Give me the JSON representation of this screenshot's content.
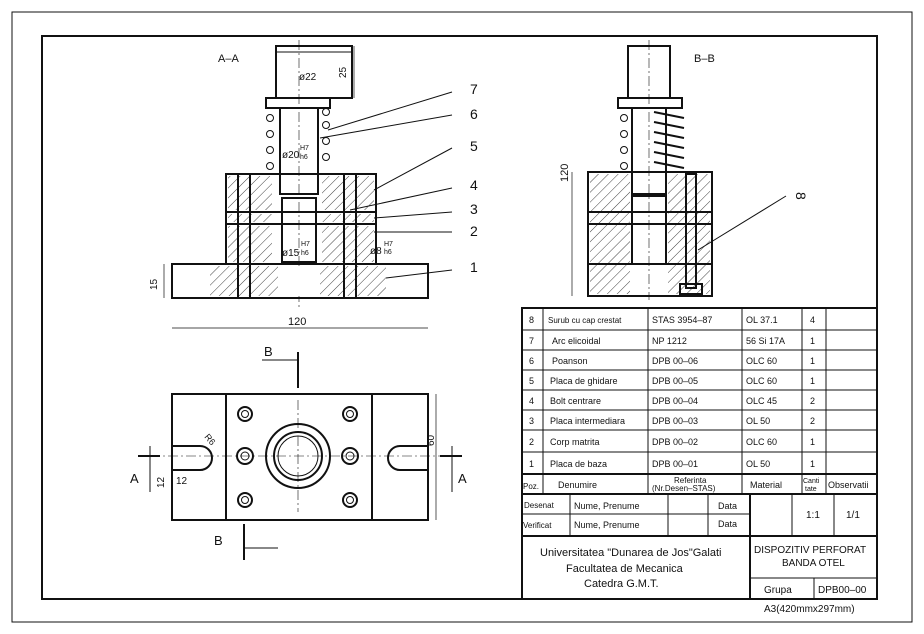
{
  "views": {
    "section_aa": "A–A",
    "section_bb": "B–B",
    "cut_a": "A",
    "cut_b": "B"
  },
  "dims": {
    "d22": "ø22",
    "d25": "25",
    "d20": "ø20",
    "d20_fit_top": "H7",
    "d20_fit_bot": "h6",
    "d15": "ø15",
    "d15_fit_top": "H7",
    "d15_fit_bot": "h6",
    "d8": "ø8",
    "d8_fit_top": "H7",
    "d8_fit_bot": "h6",
    "h15": "15",
    "w120": "120",
    "h120": "120",
    "r6": "R6",
    "d60": "60",
    "d12a": "12",
    "d12b": "12"
  },
  "balloons": [
    "7",
    "6",
    "5",
    "4",
    "3",
    "2",
    "1",
    "8"
  ],
  "bom": {
    "headers": {
      "poz": "Poz.",
      "name": "Denumire",
      "ref_top": "Referinta",
      "ref_bot": "(Nr.Desen–STAS)",
      "material": "Material",
      "qty_top": "Canti",
      "qty_bot": "tate",
      "obs": "Observatii"
    },
    "rows": [
      {
        "poz": "8",
        "name": "Surub cu cap crestat",
        "ref": "STAS 3954–87",
        "mat": "OL 37.1",
        "qty": "4"
      },
      {
        "poz": "7",
        "name": "Arc elicoidal",
        "ref": "NP 1212",
        "mat": "56 Si 17A",
        "qty": "1"
      },
      {
        "poz": "6",
        "name": "Poanson",
        "ref": "DPB 00–06",
        "mat": "OLC 60",
        "qty": "1"
      },
      {
        "poz": "5",
        "name": "Placa de ghidare",
        "ref": "DPB 00–05",
        "mat": "OLC 60",
        "qty": "1"
      },
      {
        "poz": "4",
        "name": "Bolt centrare",
        "ref": "DPB 00–04",
        "mat": "OLC 45",
        "qty": "2"
      },
      {
        "poz": "3",
        "name": "Placa intermediara",
        "ref": "DPB 00–03",
        "mat": "OL 50",
        "qty": "2"
      },
      {
        "poz": "2",
        "name": "Corp matrita",
        "ref": "DPB 00–02",
        "mat": "OLC 60",
        "qty": "1"
      },
      {
        "poz": "1",
        "name": "Placa de baza",
        "ref": "DPB 00–01",
        "mat": "OL 50",
        "qty": "1"
      }
    ]
  },
  "title_block": {
    "desenat": "Desenat",
    "verificat": "Verificat",
    "name1": "Nume, Prenume",
    "name2": "Nume, Prenume",
    "data1": "Data",
    "data2": "Data",
    "scale": "1:1",
    "sheet": "1/1",
    "uni_line1": "Universitatea \"Dunarea de Jos\"Galati",
    "uni_line2": "Facultatea de Mecanica",
    "uni_line3": "Catedra G.M.T.",
    "title_line1": "DISPOZITIV PERFORAT",
    "title_line2": "BANDA OTEL",
    "grupa": "Grupa",
    "code": "DPB00–00",
    "format": "A3(420mmx297mm)"
  }
}
